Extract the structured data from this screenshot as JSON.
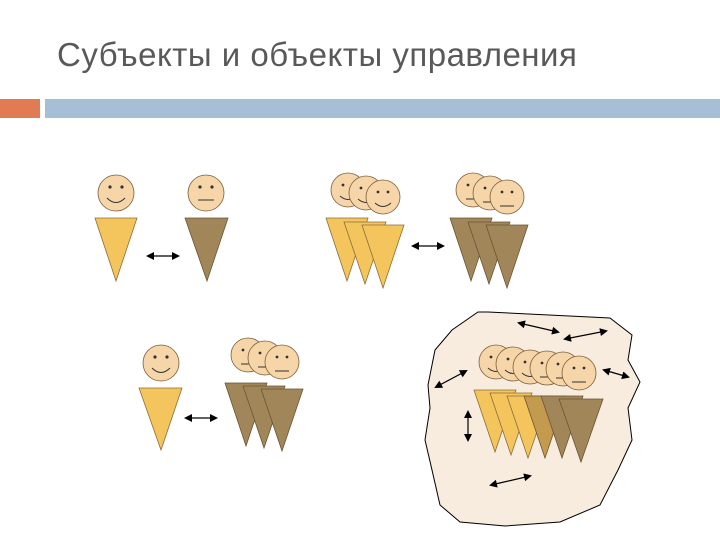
{
  "slide": {
    "title": "Субъекты и объекты управления"
  },
  "colors": {
    "accent_orange": "#e07b53",
    "accent_blue": "#a7bfd6",
    "face": "#f6d6a8",
    "subject_cone": "#f4c55c",
    "object_cone": "#a1865a",
    "environment": "#f7ecdd"
  },
  "groups": [
    {
      "name": "one-subject-one-object"
    },
    {
      "name": "group-subjects-group-objects"
    },
    {
      "name": "one-subject-group-objects"
    },
    {
      "name": "group-in-environment"
    }
  ]
}
